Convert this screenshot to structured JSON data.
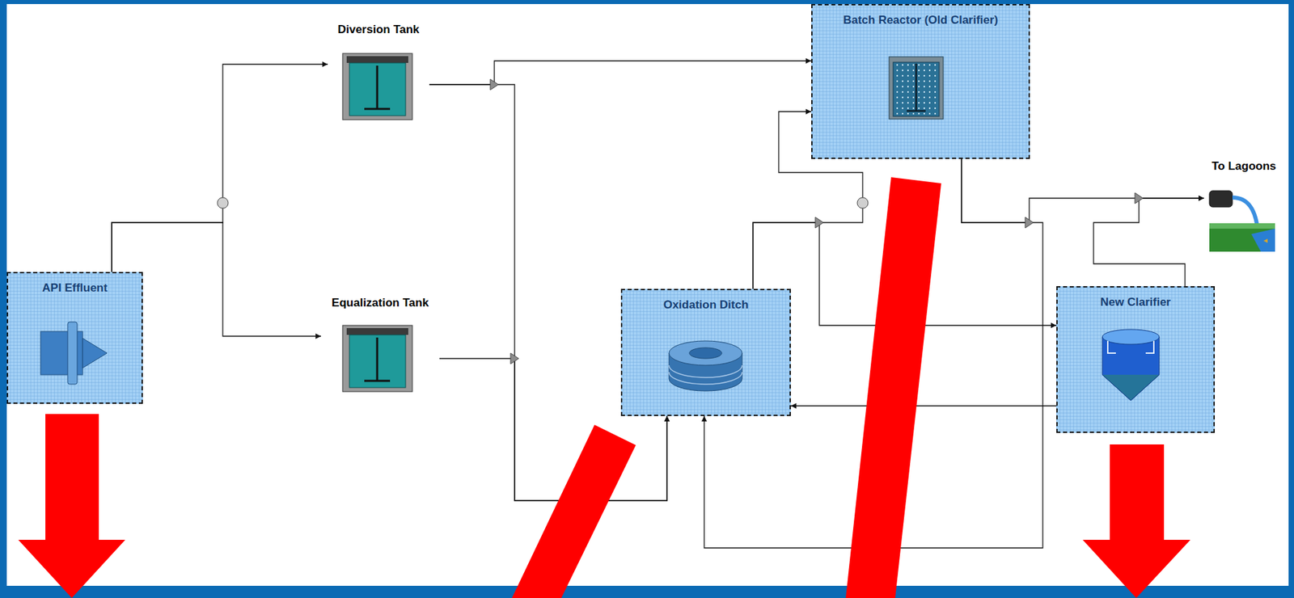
{
  "diagram": {
    "nodes": [
      {
        "text": [
          "Diversion Tank"
        ]
      },
      {
        "text": [
          "Batch Reactor (Old Clarifier)"
        ]
      },
      {
        "text": [
          "To Lagoons"
        ]
      },
      {
        "text": [
          "API Effluent"
        ]
      },
      {
        "text": [
          "Equalization Tank"
        ]
      },
      {
        "text": [
          "Oxidation Ditch"
        ]
      },
      {
        "text": [
          "New Clarifier"
        ]
      }
    ],
    "edges": [
      {
        "from": 3,
        "to": 0,
        "arrow": "to"
      },
      {
        "from": 3,
        "to": 4,
        "arrow": "to"
      },
      {
        "from": 0,
        "to": 1,
        "arrow": "to"
      },
      {
        "from": 0,
        "to": 5,
        "arrow": "to"
      },
      {
        "from": 4,
        "to": 5,
        "arrow": "to"
      },
      {
        "from": 5,
        "to": 1,
        "arrow": "to"
      },
      {
        "from": 5,
        "to": 6,
        "arrow": "to"
      },
      {
        "from": 1,
        "to": 2,
        "arrow": "to"
      },
      {
        "from": 1,
        "to": 5,
        "arrow": "to"
      },
      {
        "from": 6,
        "to": 5,
        "arrow": "to"
      },
      {
        "from": 6,
        "to": 2,
        "arrow": "to"
      }
    ]
  }
}
